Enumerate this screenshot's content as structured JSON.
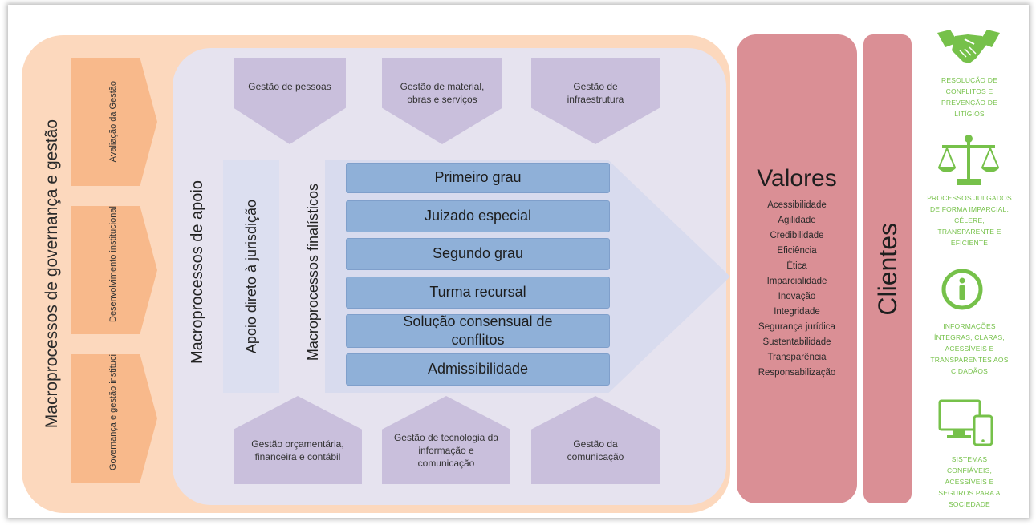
{
  "governance": {
    "title": "Macroprocessos de governança e gestão",
    "chevrons": [
      "Avaliação da Gestão",
      "Desenvolvimento institucional",
      "Governança e gestão institucional"
    ]
  },
  "support": {
    "title": "Macroprocessos de apoio",
    "jurisdiction": "Apoio direto à jurisdição",
    "top_boxes": [
      "Gestão de pessoas",
      "Gestão de material, obras e serviços",
      "Gestão de infraestrutura"
    ],
    "bottom_boxes": [
      "Gestão orçamentária, financeira e contábil",
      "Gestão de tecnologia da informação e comunicação",
      "Gestão da comunicação"
    ]
  },
  "core": {
    "title": "Macroprocessos finalísticos",
    "items": [
      "Primeiro grau",
      "Juizado especial",
      "Segundo grau",
      "Turma recursal",
      "Solução consensual de conflitos",
      "Admissibilidade"
    ]
  },
  "values": {
    "title": "Valores",
    "items": [
      "Acessibilidade",
      "Agilidade",
      "Credibilidade",
      "Eficiência",
      "Ética",
      "Imparcialidade",
      "Inovação",
      "Integridade",
      "Segurança jurídica",
      "Sustentabilidade",
      "Transparência",
      "Responsabilização"
    ]
  },
  "clients": {
    "title": "Clientes"
  },
  "outcomes": [
    {
      "icon": "handshake-icon",
      "label": "Resolução de conflitos e prevenção de litígios"
    },
    {
      "icon": "scales-icon",
      "label": "Processos julgados de forma imparcial, célere, transparente e eficiente"
    },
    {
      "icon": "info-icon",
      "label": "Informações íntegras, claras, acessíveis e transparentes aos cidadãos"
    },
    {
      "icon": "devices-icon",
      "label": "Sistemas confiáveis, acessíveis e seguros para a sociedade"
    }
  ],
  "colors": {
    "governance_bg": "#fcd8bd",
    "chevron": "#f8b98b",
    "support_bg": "#e6e3ef",
    "support_box": "#c9bfdc",
    "core_bar": "#8fb0d8",
    "values_bg": "#da8f95",
    "outcome_green": "#76c14a"
  }
}
